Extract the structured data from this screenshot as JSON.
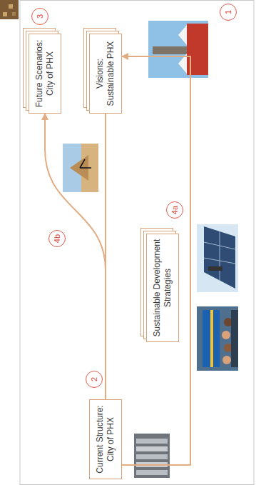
{
  "diagram": {
    "nodes": [
      {
        "text": [
          "Current Structure: City of PHX"
        ]
      },
      {
        "text": [
          "Sustainable Development Strategies"
        ]
      },
      {
        "text": [
          "Future Scenarios: City of PHX"
        ]
      },
      {
        "text": [
          "Visions: Sustainable PHX"
        ]
      }
    ],
    "edges": [
      {
        "from": 0,
        "to": 3,
        "arrow": "none"
      },
      {
        "from": 3,
        "to": 0,
        "arrow": "to"
      },
      {
        "from": 0,
        "to": 2,
        "arrow": "to"
      }
    ],
    "labels": [
      "2",
      "4a",
      "4b",
      "3",
      "1"
    ]
  }
}
